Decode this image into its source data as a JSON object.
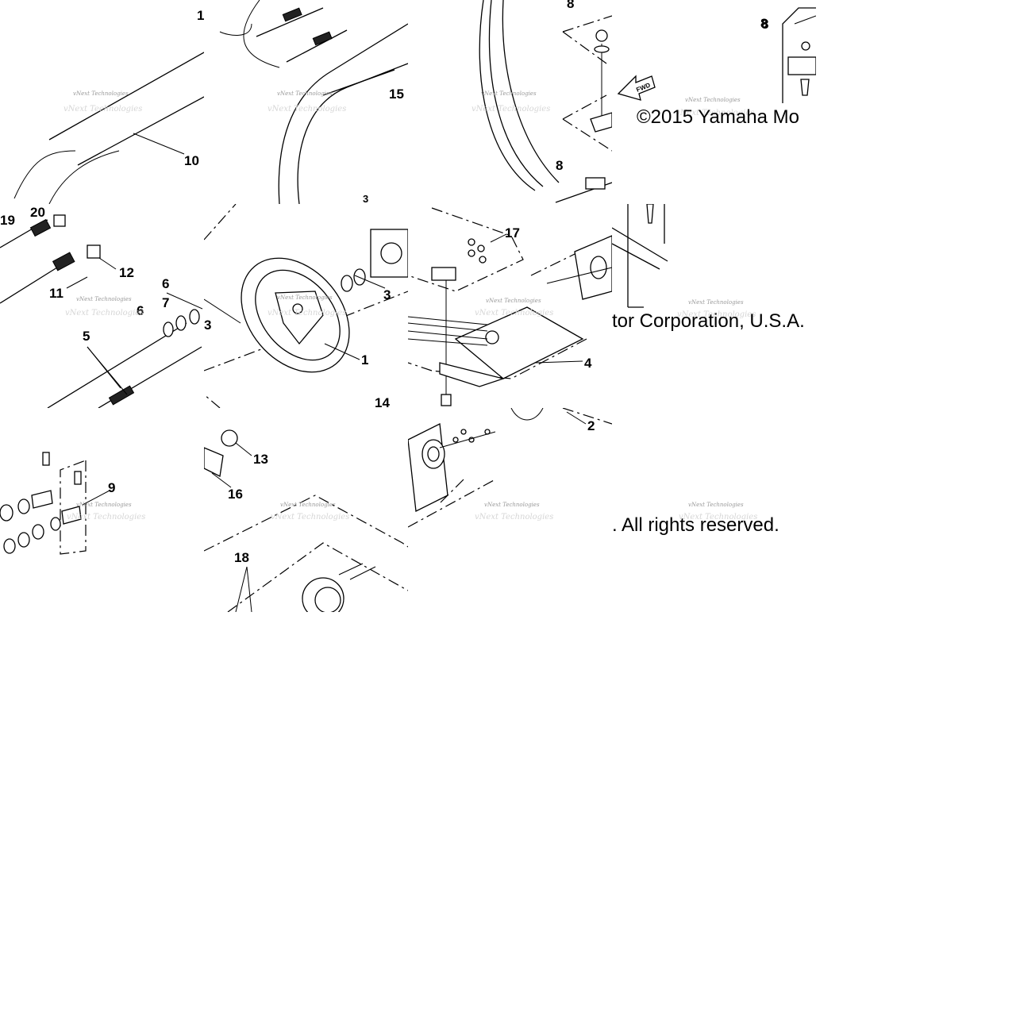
{
  "callouts": [
    "1",
    "10",
    "19",
    "20",
    "12",
    "11",
    "6",
    "7",
    "6",
    "3",
    "5",
    "9",
    "15",
    "8",
    "3",
    "3",
    "1",
    "13",
    "16",
    "18",
    "14",
    "17",
    "4",
    "2",
    "8",
    "8",
    "8"
  ],
  "watermark_text": "vNext Technologies",
  "copyright": {
    "part1": "©2015 Yamaha Mo",
    "part2": "tor Corporation, U.S.A.",
    "part3": ". All rights reserved."
  },
  "fwd_label": "FWD"
}
